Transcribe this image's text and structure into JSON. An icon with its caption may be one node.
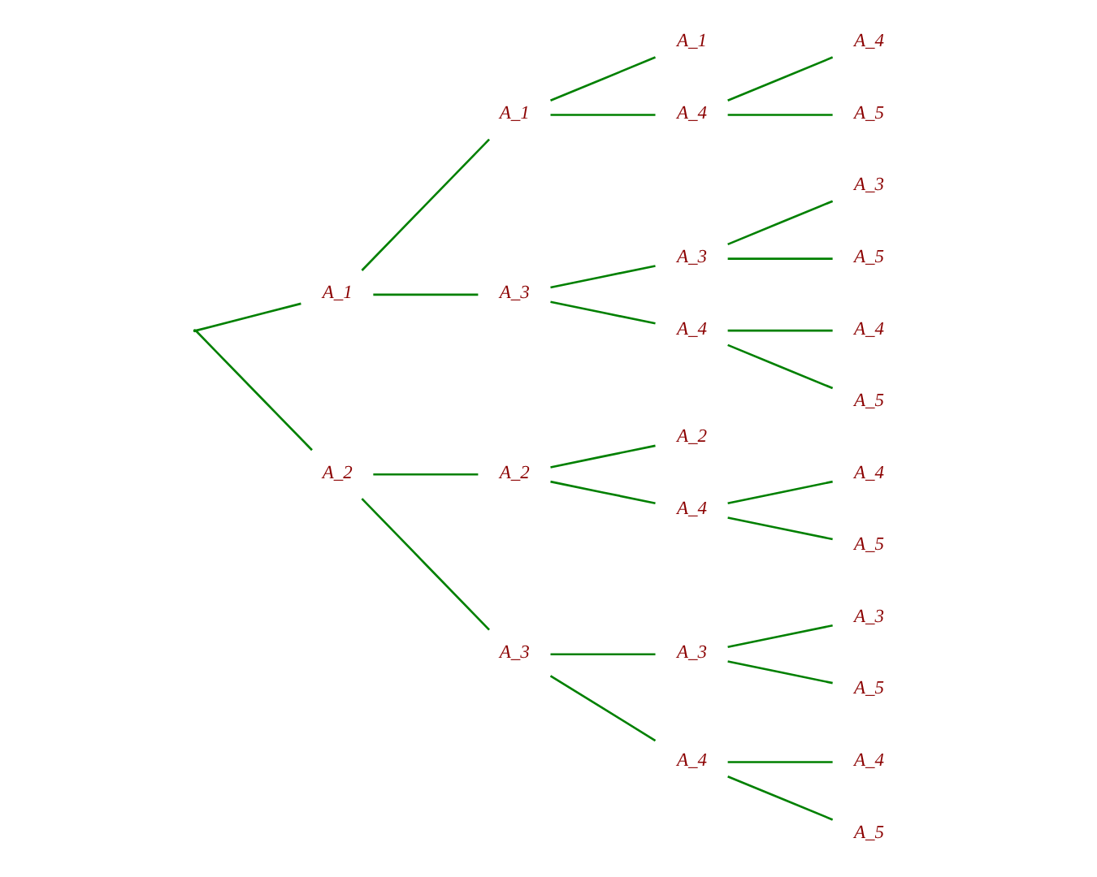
{
  "diagram": {
    "nodes": [
      {
        "text": [],
        "shape": "point"
      },
      {
        "text": [
          "A_1"
        ]
      },
      {
        "text": [
          "A_1"
        ]
      },
      {
        "text": [
          "A_1"
        ]
      },
      {
        "text": [
          "A_4"
        ]
      },
      {
        "text": [
          "A_4"
        ]
      },
      {
        "text": [
          "A_5"
        ]
      },
      {
        "text": [
          "A_3"
        ]
      },
      {
        "text": [
          "A_3"
        ]
      },
      {
        "text": [
          "A_3"
        ]
      },
      {
        "text": [
          "A_5"
        ]
      },
      {
        "text": [
          "A_4"
        ]
      },
      {
        "text": [
          "A_4"
        ]
      },
      {
        "text": [
          "A_5"
        ]
      },
      {
        "text": [
          "A_2"
        ]
      },
      {
        "text": [
          "A_2"
        ]
      },
      {
        "text": [
          "A_2"
        ]
      },
      {
        "text": [
          "A_4"
        ]
      },
      {
        "text": [
          "A_4"
        ]
      },
      {
        "text": [
          "A_5"
        ]
      },
      {
        "text": [
          "A_3"
        ]
      },
      {
        "text": [
          "A_3"
        ]
      },
      {
        "text": [
          "A_3"
        ]
      },
      {
        "text": [
          "A_5"
        ]
      },
      {
        "text": [
          "A_4"
        ]
      },
      {
        "text": [
          "A_4"
        ]
      },
      {
        "text": [
          "A_5"
        ]
      }
    ],
    "edges": [
      {
        "from": 0,
        "to": 1,
        "arrow": "none"
      },
      {
        "from": 1,
        "to": 2,
        "arrow": "none"
      },
      {
        "from": 2,
        "to": 3,
        "arrow": "none"
      },
      {
        "from": 2,
        "to": 4,
        "arrow": "none"
      },
      {
        "from": 4,
        "to": 5,
        "arrow": "none"
      },
      {
        "from": 4,
        "to": 6,
        "arrow": "none"
      },
      {
        "from": 1,
        "to": 7,
        "arrow": "none"
      },
      {
        "from": 7,
        "to": 8,
        "arrow": "none"
      },
      {
        "from": 8,
        "to": 9,
        "arrow": "none"
      },
      {
        "from": 8,
        "to": 10,
        "arrow": "none"
      },
      {
        "from": 7,
        "to": 11,
        "arrow": "none"
      },
      {
        "from": 11,
        "to": 12,
        "arrow": "none"
      },
      {
        "from": 11,
        "to": 13,
        "arrow": "none"
      },
      {
        "from": 0,
        "to": 14,
        "arrow": "none"
      },
      {
        "from": 14,
        "to": 15,
        "arrow": "none"
      },
      {
        "from": 15,
        "to": 16,
        "arrow": "none"
      },
      {
        "from": 15,
        "to": 17,
        "arrow": "none"
      },
      {
        "from": 17,
        "to": 18,
        "arrow": "none"
      },
      {
        "from": 17,
        "to": 19,
        "arrow": "none"
      },
      {
        "from": 14,
        "to": 20,
        "arrow": "none"
      },
      {
        "from": 20,
        "to": 21,
        "arrow": "none"
      },
      {
        "from": 21,
        "to": 22,
        "arrow": "none"
      },
      {
        "from": 21,
        "to": 23,
        "arrow": "none"
      },
      {
        "from": 20,
        "to": 24,
        "arrow": "none"
      },
      {
        "from": 24,
        "to": 25,
        "arrow": "none"
      },
      {
        "from": 24,
        "to": 26,
        "arrow": "none"
      }
    ]
  }
}
